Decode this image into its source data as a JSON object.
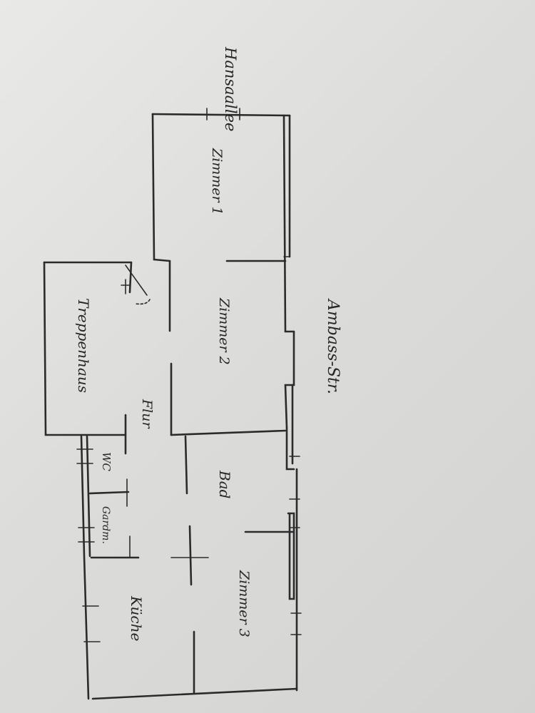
{
  "streets": {
    "left": "Hansaallee",
    "right": "Ambass-Str."
  },
  "rooms": {
    "zimmer1": "Zimmer 1",
    "zimmer2": "Zimmer 2",
    "zimmer3": "Zimmer 3",
    "treppenhaus": "Treppenhaus",
    "flur": "Flur",
    "bad": "Bad",
    "wc": "WC",
    "garderobe": "Gardm.",
    "kueche": "Küche"
  }
}
